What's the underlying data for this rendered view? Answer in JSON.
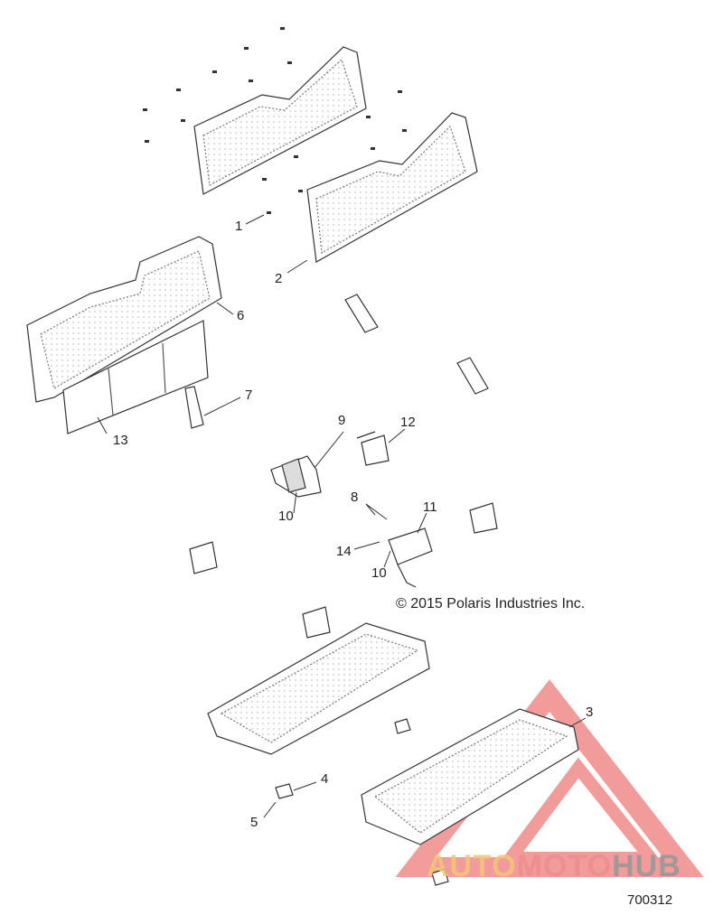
{
  "callouts": {
    "c1": "1",
    "c2": "2",
    "c3": "3",
    "c4": "4",
    "c5": "5",
    "c6": "6",
    "c7": "7",
    "c8": "8",
    "c9": "9",
    "c10a": "10",
    "c10b": "10",
    "c11": "11",
    "c12": "12",
    "c13": "13",
    "c14": "14"
  },
  "copyright": "© 2015 Polaris Industries Inc.",
  "figure_number": "700312",
  "watermark": {
    "part1": "AUTO",
    "part2": "MOTO",
    "part3": "HUB",
    "colors": {
      "part1": "#f2c678",
      "part2": "#eb8c8c",
      "part3": "#969696",
      "triangle": "#e84a4a"
    }
  }
}
